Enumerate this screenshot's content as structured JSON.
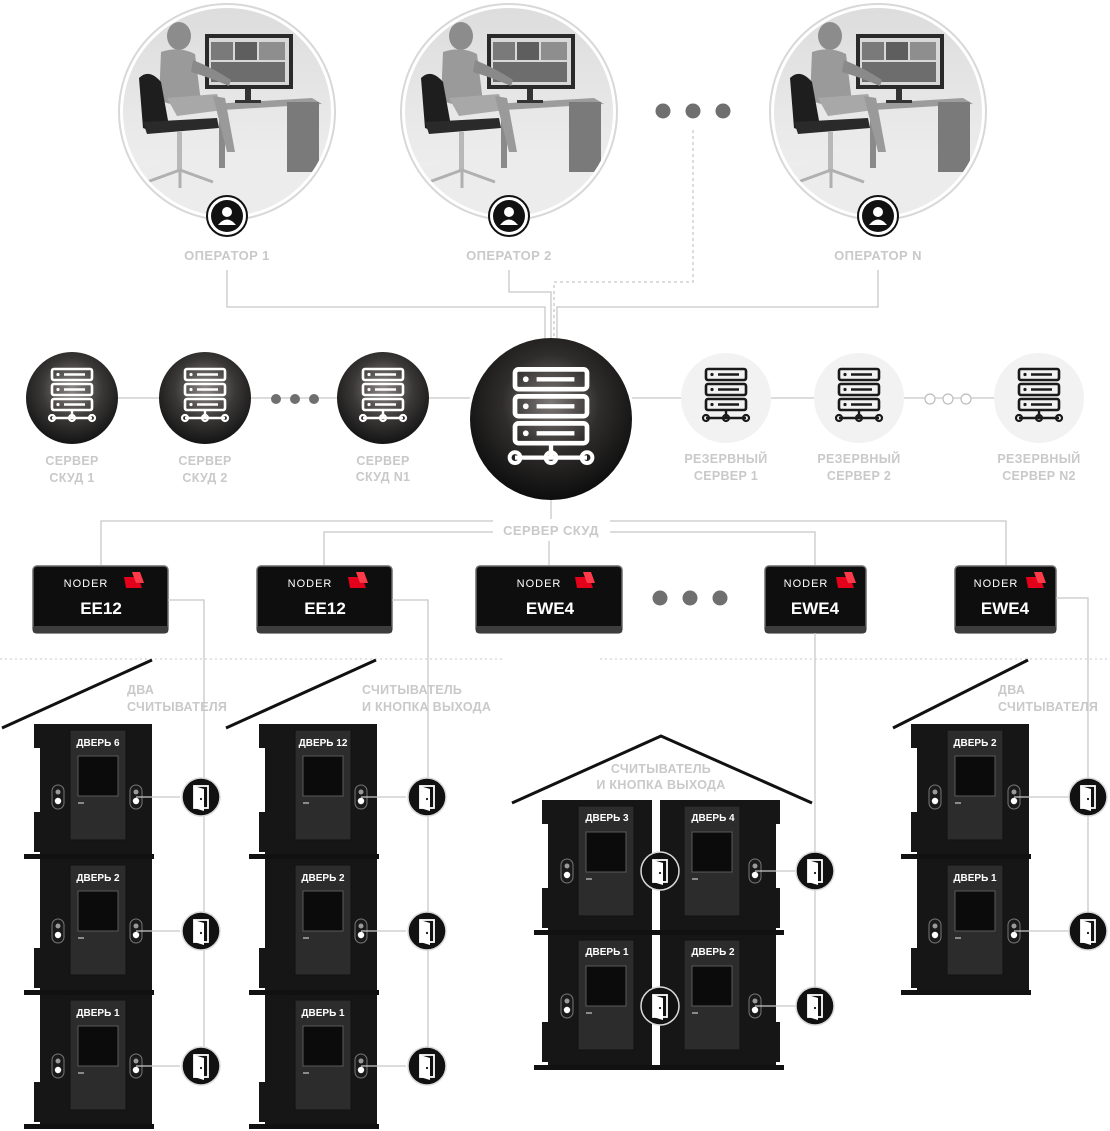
{
  "operators": [
    {
      "label": "ОПЕРАТОР 1"
    },
    {
      "label": "ОПЕРАТОР 2"
    },
    {
      "label": "ОПЕРАТОР N"
    }
  ],
  "servers": [
    {
      "label_line1": "СЕРВЕР",
      "label_line2": "СКУД 1"
    },
    {
      "label_line1": "СЕРВЕР",
      "label_line2": "СКУД 2"
    },
    {
      "label_line1": "СЕРВЕР",
      "label_line2": "СКУД N1"
    }
  ],
  "main_server": {
    "label": "СЕРВЕР СКУД"
  },
  "backup_servers": [
    {
      "label_line1": "РЕЗЕРВНЫЙ",
      "label_line2": "СЕРВЕР 1"
    },
    {
      "label_line1": "РЕЗЕРВНЫЙ",
      "label_line2": "СЕРВЕР 2"
    },
    {
      "label_line1": "РЕЗЕРВНЫЙ",
      "label_line2": "СЕРВЕР N2"
    }
  ],
  "controllers": [
    {
      "brand": "NODER",
      "model": "EE12"
    },
    {
      "brand": "NODER",
      "model": "EE12"
    },
    {
      "brand": "NODER",
      "model": "EWE4"
    },
    {
      "brand": "NODER",
      "model": "EWE4"
    },
    {
      "brand": "NODER",
      "model": "EWE4"
    }
  ],
  "buildings": [
    {
      "caption_line1": "ДВА",
      "caption_line2": "СЧИТЫВАТЕЛЯ",
      "doors": [
        "ДВЕРЬ 6",
        "ДВЕРЬ 2",
        "ДВЕРЬ 1"
      ]
    },
    {
      "caption_line1": "СЧИТЫВАТЕЛЬ",
      "caption_line2": "И КНОПКА ВЫХОДА",
      "doors": [
        "ДВЕРЬ 12",
        "ДВЕРЬ 2",
        "ДВЕРЬ 1"
      ]
    },
    {
      "caption_line1": "СЧИТЫВАТЕЛЬ",
      "caption_line2": "И КНОПКА ВЫХОДА",
      "doors": [
        "ДВЕРЬ 3",
        "ДВЕРЬ 4",
        "ДВЕРЬ 1",
        "ДВЕРЬ 2"
      ]
    },
    {
      "caption_line1": "ДВА",
      "caption_line2": "СЧИТЫВАТЕЛЯ",
      "doors": [
        "ДВЕРЬ 2",
        "ДВЕРЬ 1"
      ]
    }
  ],
  "colors": {
    "accent": "#e2001a",
    "wire": "#c8c8c8",
    "label": "#c9c9c9",
    "dark": "#1e1e1e"
  },
  "icons": [
    "user-icon",
    "server-icon",
    "door-icon"
  ]
}
